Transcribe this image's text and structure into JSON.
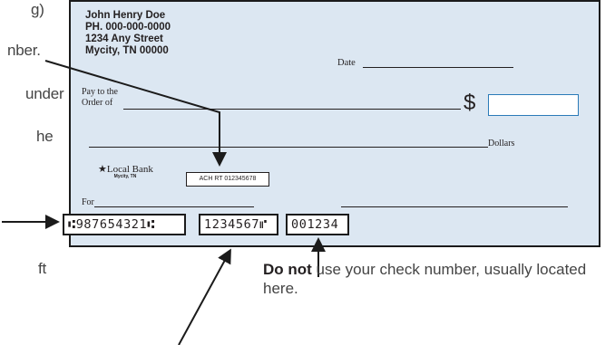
{
  "left_fragments": [
    "g)",
    "nber.",
    "under",
    "he",
    "ft"
  ],
  "check": {
    "holder": {
      "name": "John Henry Doe",
      "phone": "PH. 000-000-0000",
      "street": "1234 Any Street",
      "city": "Mycity, TN 00000"
    },
    "date_label": "Date",
    "pay_to_label_1": "Pay to the",
    "pay_to_label_2": "Order of",
    "dollar_sign": "$",
    "dollars_label": "Dollars",
    "bank_name": "Local Bank",
    "bank_city": "Mycity, TN",
    "ach_label": "ACH RT 012345678",
    "for_label": "For",
    "micr_routing": "⑆987654321⑆",
    "micr_account": "1234567⑈",
    "micr_check_number": "001234"
  },
  "callout": {
    "bold": "Do not",
    "rest": " use your check number, usually located here."
  },
  "colors": {
    "check_background": "#dce7f2",
    "amount_box_border": "#2a7ab8",
    "ink": "#231f20"
  }
}
